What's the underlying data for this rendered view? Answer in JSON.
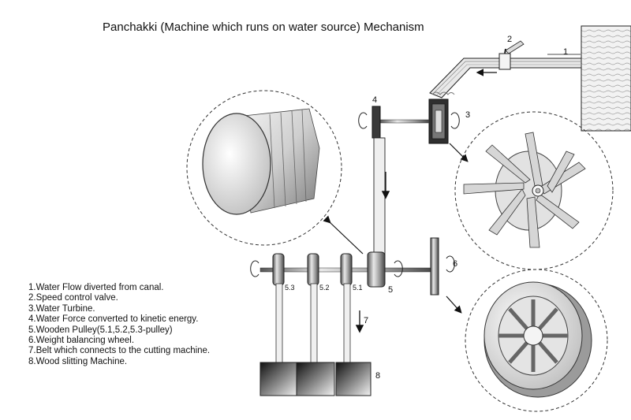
{
  "title": "Panchakki (Machine which runs on water source) Mechanism",
  "callouts": {
    "c1": "1",
    "c2": "2",
    "c3": "3",
    "c4": "4",
    "c5": "5",
    "c6": "6",
    "c7": "7",
    "c8": "8",
    "c51": "5.1",
    "c52": "5.2",
    "c53": "5.3"
  },
  "legend": [
    "1.Water Flow diverted from canal.",
    "2.Speed control valve.",
    "3.Water Turbine.",
    "4.Water Force converted to kinetic energy.",
    "5.Wooden Pulley(5.1,5.2,5.3-pulley)",
    "6.Weight balancing wheel.",
    "7.Belt which connects to the cutting machine.",
    "8.Wood slitting Machine."
  ],
  "colors": {
    "line": "#222222",
    "metal": "#9a9a9a",
    "dark": "#3a3a3a",
    "water": "#d9d9d9"
  }
}
